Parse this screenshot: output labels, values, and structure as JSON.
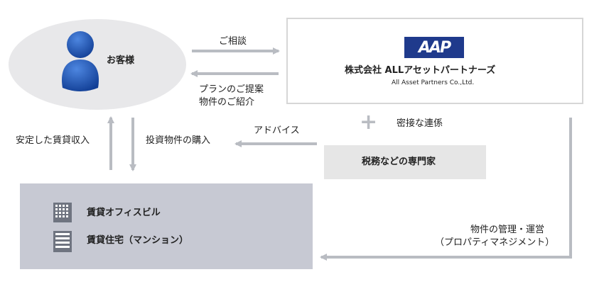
{
  "customer": {
    "label": "お客様"
  },
  "company": {
    "logo_text": "AAP",
    "name_jp": "株式会社 ALLアセットパートナーズ",
    "name_en": "All Asset Partners Co.,Ltd."
  },
  "flows": {
    "consult": "ご相談",
    "proposal_line1": "プランのご提案",
    "proposal_line2": "物件のご紹介",
    "plus": "+",
    "cooperation": "密接な連係",
    "advice": "アドバイス",
    "purchase": "投資物件の購入",
    "income": "安定した賃貸収入",
    "management_line1": "物件の管理・運営",
    "management_line2": "（プロパティマネジメント）"
  },
  "expert": {
    "label": "税務などの専門家"
  },
  "rental": {
    "office": "賃貸オフィスビル",
    "residence": "賃貸住宅（マンション）"
  },
  "colors": {
    "logo_blue": "#1f3a8c",
    "person_blue": "#1d4fae",
    "arrow_gray": "#b9bcc2",
    "rental_box": "#c7c9d3"
  },
  "icons": {
    "person": "person-icon",
    "office_building": "office-building-icon",
    "apartment": "apartment-icon"
  }
}
